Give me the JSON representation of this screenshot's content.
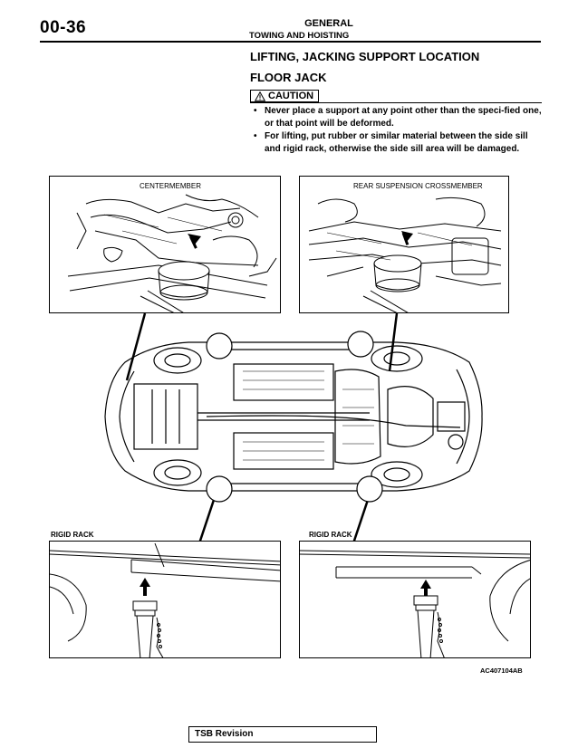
{
  "header": {
    "page_number": "00-36",
    "section": "GENERAL",
    "subsection": "TOWING AND HOISTING"
  },
  "content": {
    "heading": "LIFTING, JACKING SUPPORT LOCATION",
    "subheading": "FLOOR JACK",
    "caution_label": "CAUTION",
    "caution_icon": "warning-triangle-icon",
    "bullets": [
      "Never place a support at any point other than the speci-fied one, or that point will be deformed.",
      "For lifting, put rubber or similar material between the side sill and rigid rack, otherwise the side sill area will be damaged."
    ]
  },
  "figure": {
    "inset_left_label": "CENTERMEMBER",
    "inset_right_label": "REAR SUSPENSION CROSSMEMBER",
    "bottom_left_label": "RIGID RACK",
    "bottom_right_label": "RIGID RACK",
    "figure_code": "AC407104AB"
  },
  "footer": {
    "revision_label": "TSB Revision"
  }
}
